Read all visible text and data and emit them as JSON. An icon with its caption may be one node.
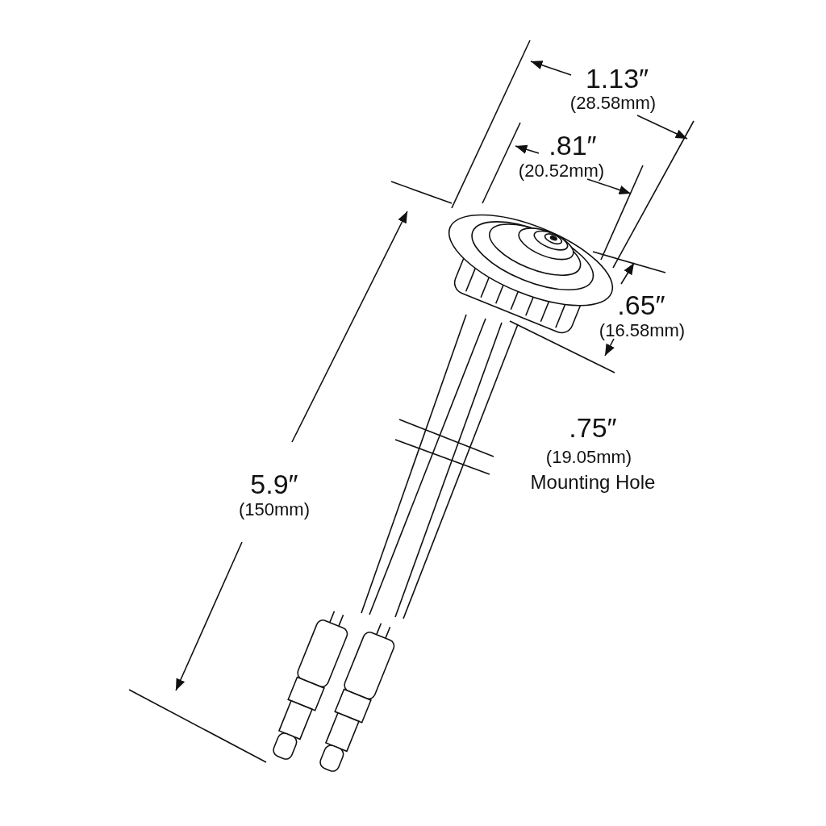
{
  "diagram": {
    "labels": [
      "1.13″",
      "(28.58mm)",
      ".81″",
      "(20.52mm)",
      ".65″",
      "(16.58mm)",
      ".75″",
      "(19.05mm)",
      "Mounting Hole",
      "5.9″",
      "(150mm)"
    ]
  }
}
